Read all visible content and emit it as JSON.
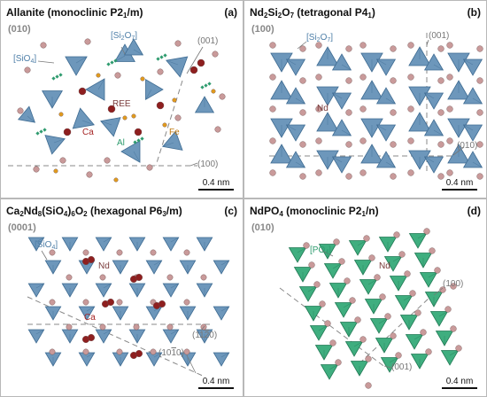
{
  "panels": [
    {
      "letter": "(a)",
      "title_parts": [
        "Allanite (monoclinic P2",
        "1",
        "/m)"
      ],
      "zone": "(010)",
      "labels": {
        "si2o7": [
          "[Si",
          "2",
          "O",
          "7",
          "]"
        ],
        "sio4": [
          "[SiO",
          "4",
          "]"
        ],
        "dir_001": "(001)",
        "ree": "REE",
        "ca": "Ca",
        "fe": "Fe",
        "al": "Al",
        "dir_100": "(100)"
      },
      "scale": "0.4 nm"
    },
    {
      "letter": "(b)",
      "title_parts": [
        "Nd",
        "2",
        "Si",
        "2",
        "O",
        "7",
        " (tetragonal P4",
        "1",
        ")"
      ],
      "zone": "(100)",
      "labels": {
        "si2o7": [
          "[Si",
          "2",
          "O",
          "7",
          "]"
        ],
        "dir_001": "(001)",
        "nd": "Nd",
        "dir_010": "(010)"
      },
      "scale": "0.4 nm"
    },
    {
      "letter": "(c)",
      "title_parts": [
        "Ca",
        "2",
        "Nd",
        "8",
        "(SiO",
        "4",
        ")",
        "6",
        "O",
        "2",
        " (hexagonal P6",
        "3",
        "/m)"
      ],
      "zone": "(0001)",
      "labels": {
        "sio4": [
          "[SiO",
          "4",
          "]"
        ],
        "nd": "Nd",
        "ca": "Ca",
        "dir_11_20": [
          "(11",
          "2",
          "0)"
        ],
        "dir_10_10": [
          "(10",
          "1",
          "0)"
        ]
      },
      "scale": "0.4 nm"
    },
    {
      "letter": "(d)",
      "title_parts": [
        "NdPO",
        "4",
        " (monoclinic P2",
        "1",
        "/n)"
      ],
      "zone": "(010)",
      "labels": {
        "po4": [
          "[PO",
          "4",
          "]"
        ],
        "nd": "Nd",
        "dir_100": "(100)",
        "dir_001": "(001)"
      },
      "scale": "0.4 nm"
    }
  ],
  "colors": {
    "tetra_blue": "#6d97bb",
    "tetra_blue_dark": "#3f6c93",
    "tetra_green": "#3fae7f",
    "tetra_green_dark": "#227a55",
    "atom_pink": "#c99a9a",
    "atom_red": "#8e1f1f",
    "atom_orange": "#e09a1e",
    "octa_green": "#2e9b6e"
  }
}
